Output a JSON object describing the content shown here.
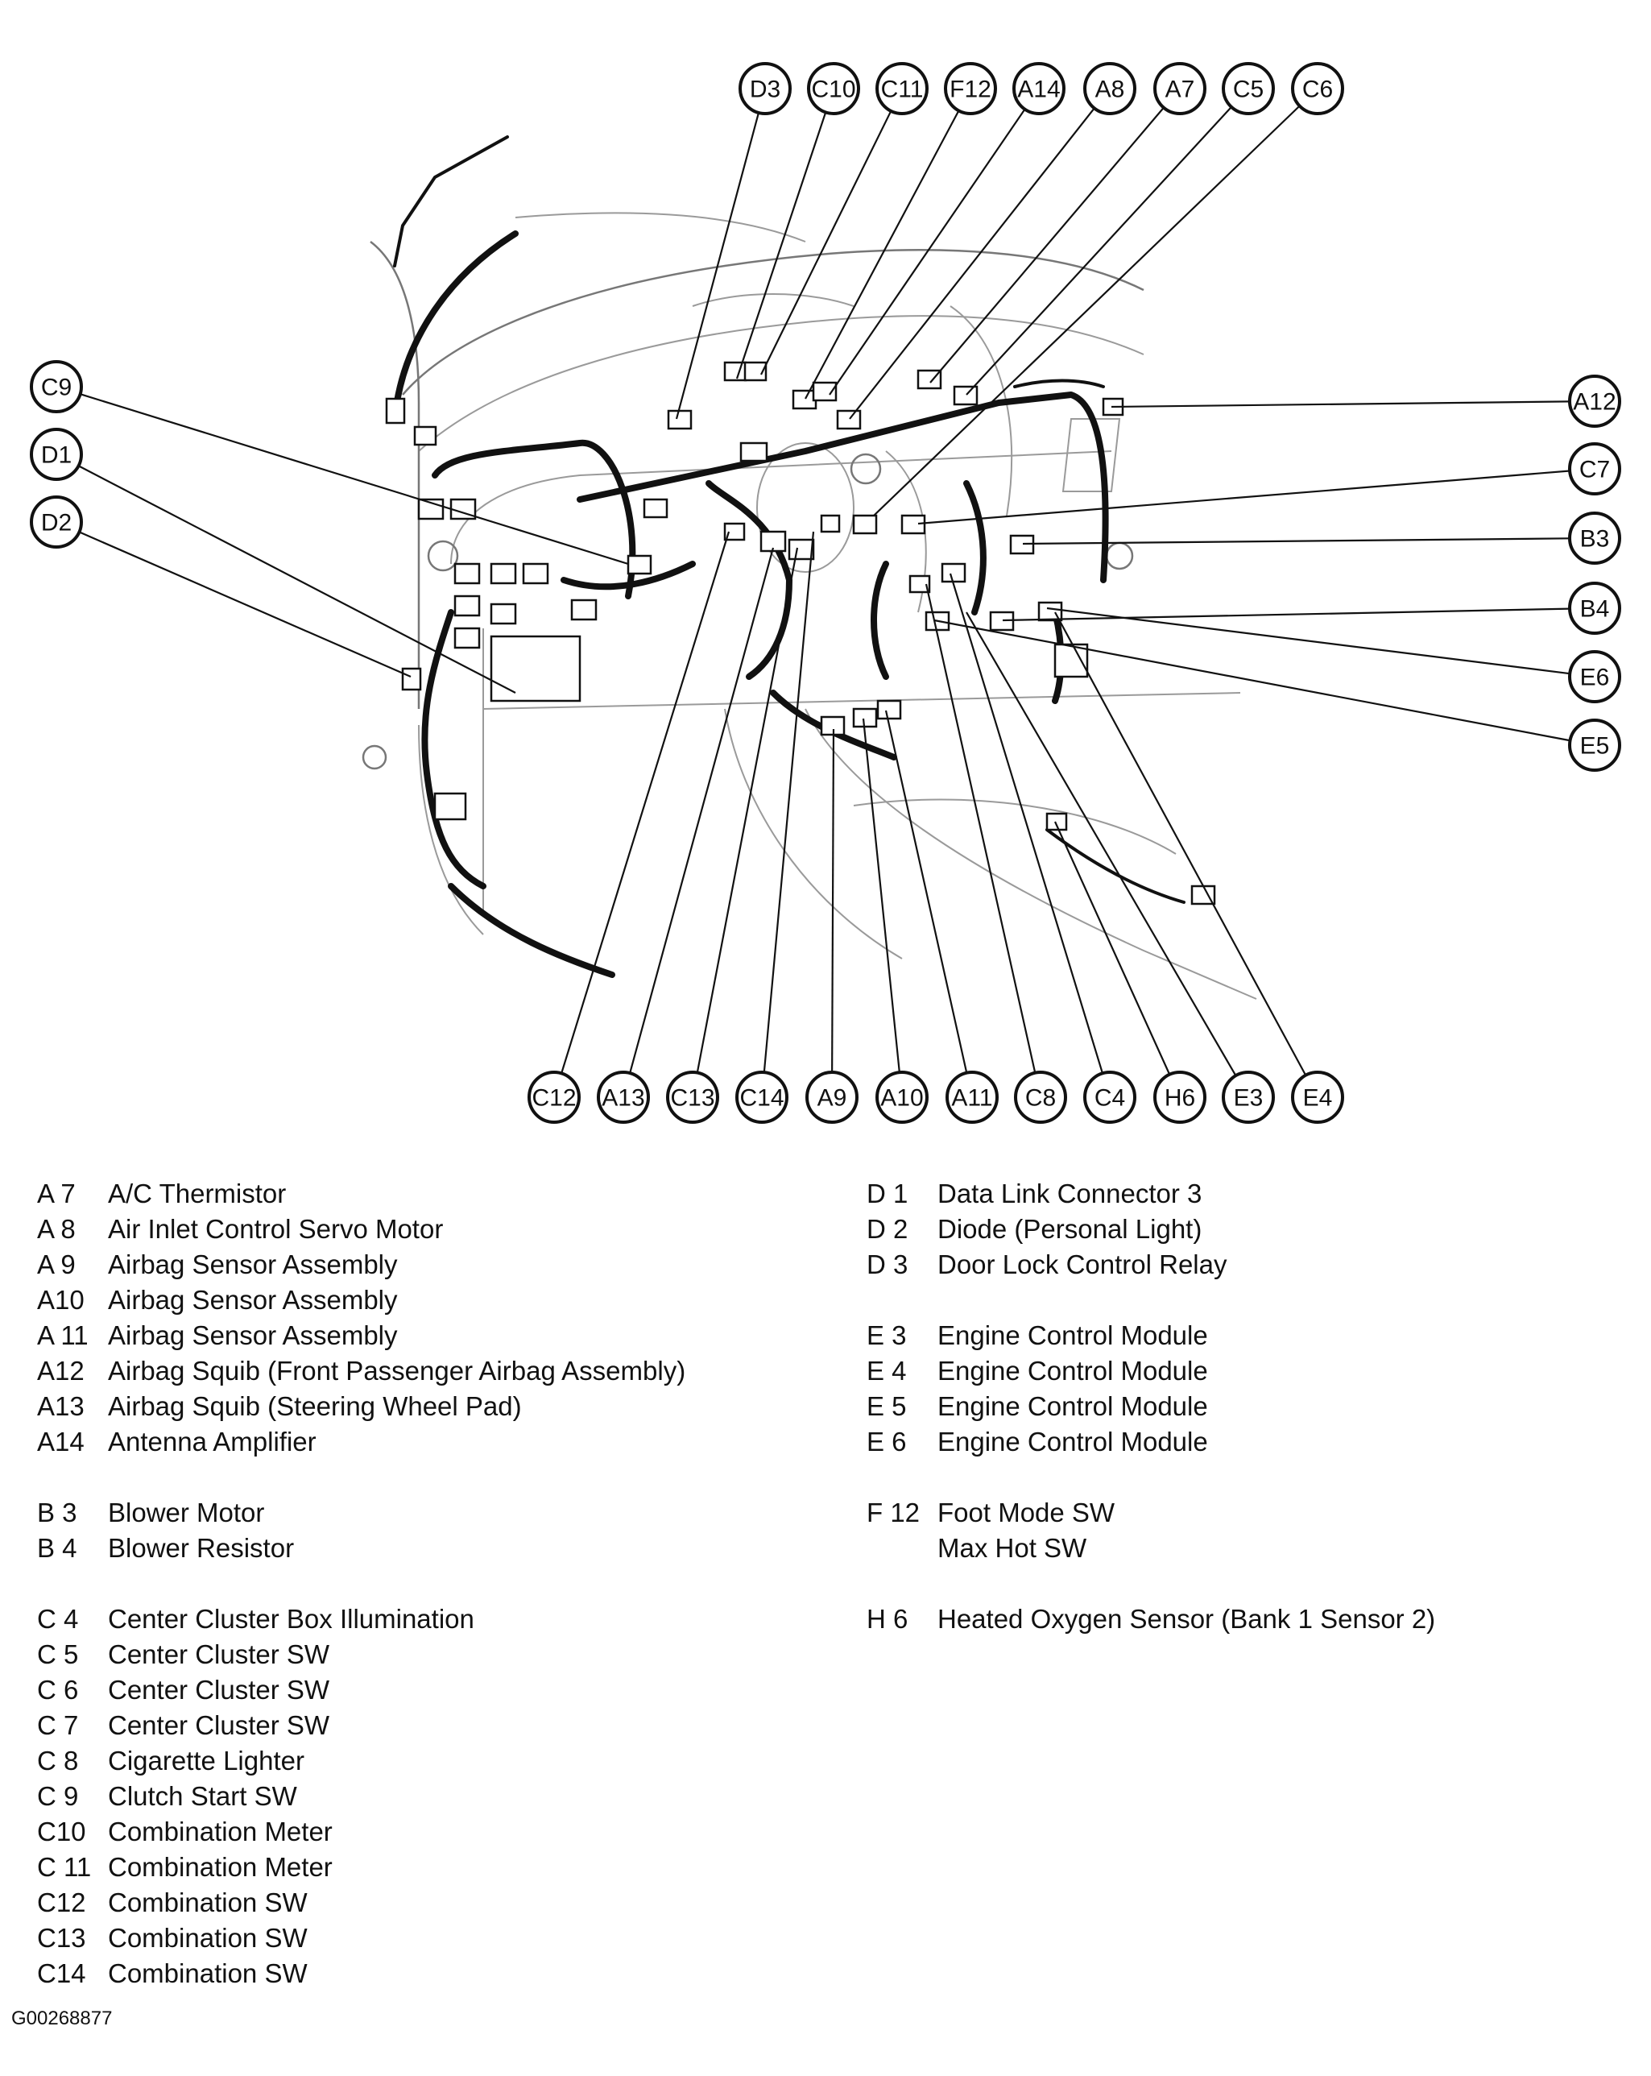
{
  "callouts_top": [
    "D3",
    "C10",
    "C11",
    "F12",
    "A14",
    "A8",
    "A7",
    "C5",
    "C6"
  ],
  "callouts_left": [
    "C9",
    "D1",
    "D2"
  ],
  "callouts_right": [
    "A12",
    "C7",
    "B3",
    "B4",
    "E6",
    "E5"
  ],
  "callouts_bottom": [
    "C12",
    "A13",
    "C13",
    "C14",
    "A9",
    "A10",
    "A11",
    "C8",
    "C4",
    "H6",
    "E3",
    "E4"
  ],
  "legend_left": [
    {
      "code": "A  7",
      "name": "A/C Thermistor"
    },
    {
      "code": "A  8",
      "name": "Air Inlet Control Servo Motor"
    },
    {
      "code": "A  9",
      "name": "Airbag Sensor Assembly"
    },
    {
      "code": "A10",
      "name": "Airbag Sensor Assembly"
    },
    {
      "code": "A 11",
      "name": "Airbag Sensor Assembly"
    },
    {
      "code": "A12",
      "name": "Airbag Squib (Front Passenger Airbag Assembly)"
    },
    {
      "code": "A13",
      "name": "Airbag Squib (Steering Wheel Pad)"
    },
    {
      "code": "A14",
      "name": "Antenna Amplifier"
    },
    null,
    {
      "code": "B  3",
      "name": "Blower Motor"
    },
    {
      "code": "B  4",
      "name": "Blower Resistor"
    },
    null,
    {
      "code": "C  4",
      "name": "Center Cluster Box Illumination"
    },
    {
      "code": "C  5",
      "name": "Center Cluster SW"
    },
    {
      "code": "C  6",
      "name": "Center Cluster SW"
    },
    {
      "code": "C  7",
      "name": "Center Cluster SW"
    },
    {
      "code": "C  8",
      "name": "Cigarette Lighter"
    },
    {
      "code": "C  9",
      "name": "Clutch Start SW"
    },
    {
      "code": "C10",
      "name": "Combination Meter"
    },
    {
      "code": "C 11",
      "name": "Combination Meter"
    },
    {
      "code": "C12",
      "name": "Combination SW"
    },
    {
      "code": "C13",
      "name": "Combination SW"
    },
    {
      "code": "C14",
      "name": "Combination SW"
    }
  ],
  "legend_right": [
    {
      "code": "D  1",
      "name": "Data Link Connector 3"
    },
    {
      "code": "D  2",
      "name": "Diode (Personal Light)"
    },
    {
      "code": "D  3",
      "name": "Door Lock Control Relay"
    },
    null,
    {
      "code": "E  3",
      "name": "Engine Control Module"
    },
    {
      "code": "E  4",
      "name": "Engine Control Module"
    },
    {
      "code": "E  5",
      "name": "Engine Control Module"
    },
    {
      "code": "E  6",
      "name": "Engine Control Module"
    },
    null,
    {
      "code": "F 12",
      "name": "Foot Mode SW"
    },
    {
      "code": "",
      "name": "Max Hot SW"
    },
    null,
    {
      "code": "H  6",
      "name": "Heated Oxygen Sensor (Bank 1 Sensor 2)"
    }
  ],
  "figure_id": "G00268877"
}
